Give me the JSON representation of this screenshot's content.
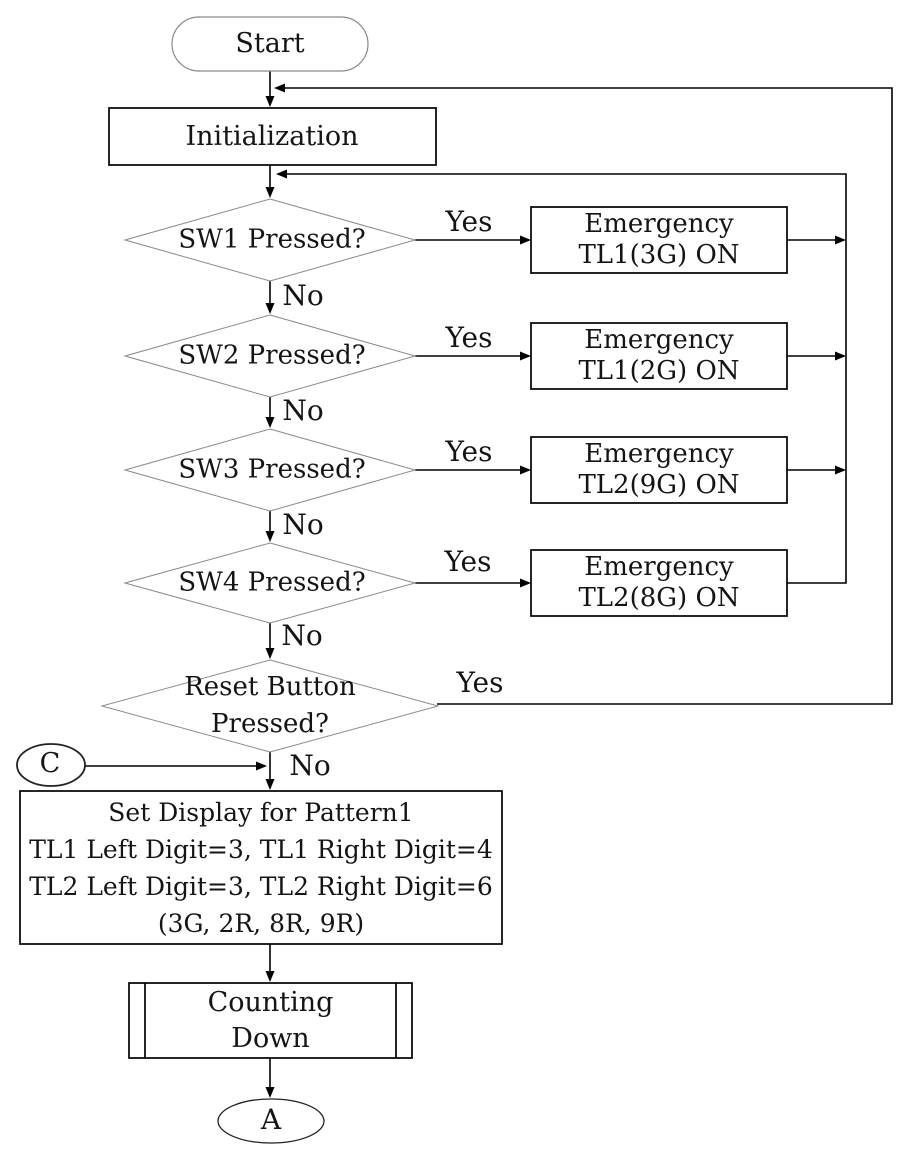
{
  "nodes": {
    "start": {
      "label": "Start"
    },
    "initialization": {
      "label": "Initialization"
    },
    "sw1": {
      "label": "SW1 Pressed?"
    },
    "sw2": {
      "label": "SW2 Pressed?"
    },
    "sw3": {
      "label": "SW3 Pressed?"
    },
    "sw4": {
      "label": "SW4 Pressed?"
    },
    "emergency1": {
      "line1": "Emergency",
      "line2": "TL1(3G) ON"
    },
    "emergency2": {
      "line1": "Emergency",
      "line2": "TL1(2G) ON"
    },
    "emergency3": {
      "line1": "Emergency",
      "line2": "TL2(9G) ON"
    },
    "emergency4": {
      "line1": "Emergency",
      "line2": "TL2(8G) ON"
    },
    "reset": {
      "line1": "Reset Button",
      "line2": "Pressed?"
    },
    "connector_c": {
      "label": "C"
    },
    "set_display": {
      "line1": "Set Display for Pattern1",
      "line2": "TL1 Left Digit=3, TL1 Right Digit=4",
      "line3": "TL2 Left Digit=3, TL2 Right Digit=6",
      "line4": "(3G, 2R, 8R, 9R)"
    },
    "counting_down": {
      "line1": "Counting",
      "line2": "Down"
    },
    "connector_a": {
      "label": "A"
    }
  },
  "edge_labels": {
    "sw1_yes": "Yes",
    "sw1_no": "No",
    "sw2_yes": "Yes",
    "sw2_no": "No",
    "sw3_yes": "Yes",
    "sw3_no": "No",
    "sw4_yes": "Yes",
    "sw4_no": "No",
    "reset_yes": "Yes",
    "reset_no": "No"
  },
  "colors": {
    "line": "#000000",
    "outline_thin": "#8a8a8a",
    "outline_bold": "#000000",
    "background": "#ffffff",
    "text": "#141414"
  }
}
